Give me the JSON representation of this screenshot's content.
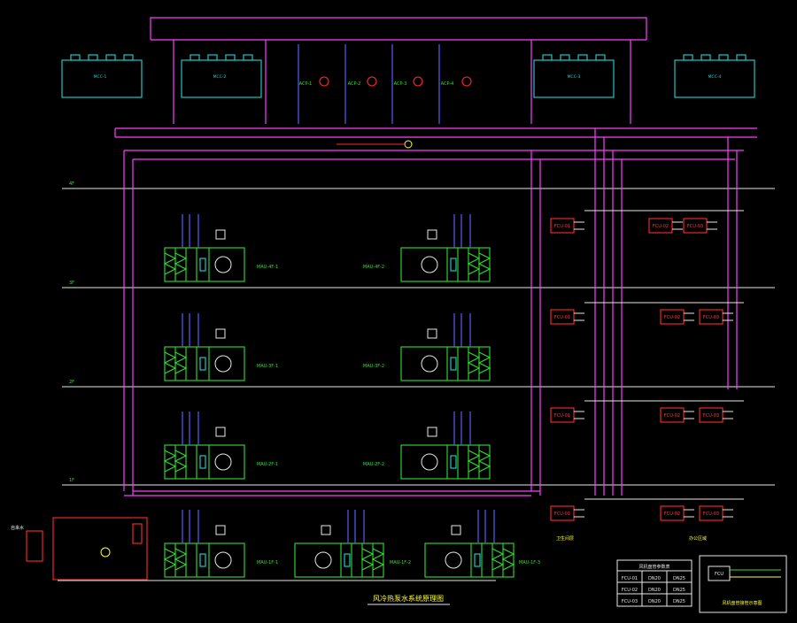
{
  "title": "风冷热泵水系统原理图",
  "floors": [
    "4F",
    "3F",
    "2F",
    "1F"
  ],
  "chillers": [
    {
      "label": "MCC-1"
    },
    {
      "label": "MCC-2"
    },
    {
      "label": "MCC-3"
    },
    {
      "label": "MCC-4"
    }
  ],
  "pumps": [
    {
      "label": "ACP-1"
    },
    {
      "label": "ACP-2"
    },
    {
      "label": "ACP-3"
    },
    {
      "label": "ACP-4"
    }
  ],
  "ahus": [
    {
      "label": "MAU-4F-1"
    },
    {
      "label": "MAU-4F-2"
    },
    {
      "label": "MAU-3F-1"
    },
    {
      "label": "MAU-3F-2"
    },
    {
      "label": "MAU-2F-1"
    },
    {
      "label": "MAU-2F-2"
    },
    {
      "label": "MAU-1F-1"
    },
    {
      "label": "MAU-1F-2"
    },
    {
      "label": "MAU-1F-3"
    }
  ],
  "fcus": [
    {
      "label": "FCU-01"
    },
    {
      "label": "FCU-02"
    },
    {
      "label": "FCU-03"
    }
  ],
  "legend_table": {
    "title": "风机盘管参数表",
    "rows": [
      [
        "FCU-01",
        "DN20",
        "DN25"
      ],
      [
        "FCU-02",
        "DN20",
        "DN25"
      ],
      [
        "FCU-03",
        "DN20",
        "DN25"
      ]
    ]
  },
  "detail_title": "风机盘管接管示意图",
  "detail_box_label": "FCU",
  "left_note": "自来水",
  "bottom_labels": [
    "卫生间层",
    "办公区域"
  ]
}
